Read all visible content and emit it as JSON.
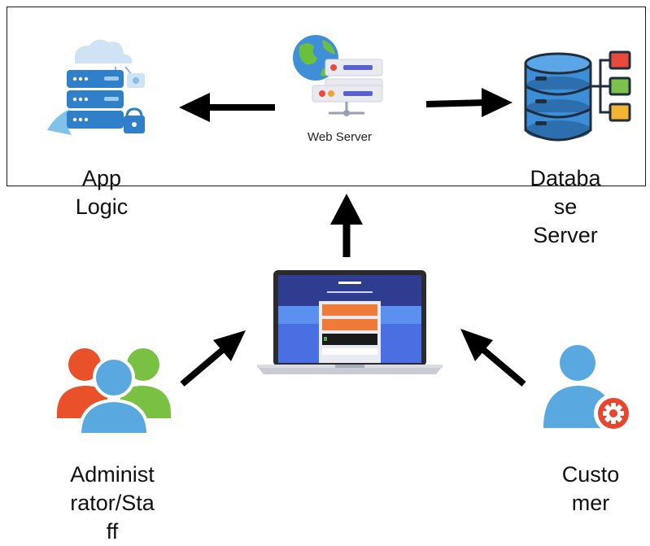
{
  "nodes": {
    "web_server": {
      "label": "Web Server",
      "icon": "web-server-globe-icon"
    },
    "app_logic": {
      "label": "App\nLogic",
      "icon": "cloud-server-stack-icon"
    },
    "database_server": {
      "label": "Databa\nse\nServer",
      "icon": "database-icon"
    },
    "administrator": {
      "label": "Administ\nrator/Sta\nff",
      "icon": "user-group-icon"
    },
    "customer": {
      "label": "Custo\nmer",
      "icon": "customer-settings-icon"
    },
    "laptop": {
      "label": "",
      "icon": "laptop-icon"
    }
  },
  "colors": {
    "arrow": "#000000",
    "server_blue": "#2f80c9",
    "db_blue": "#3c8ed6",
    "user_orange": "#e8512a",
    "user_green": "#79c043",
    "user_blue": "#5aa8e0",
    "gear_red": "#e8452c"
  },
  "edges": [
    {
      "from": "web_server",
      "to": "app_logic"
    },
    {
      "from": "web_server",
      "to": "database_server"
    },
    {
      "from": "laptop",
      "to": "web_server"
    },
    {
      "from": "administrator",
      "to": "laptop"
    },
    {
      "from": "customer",
      "to": "laptop"
    }
  ]
}
